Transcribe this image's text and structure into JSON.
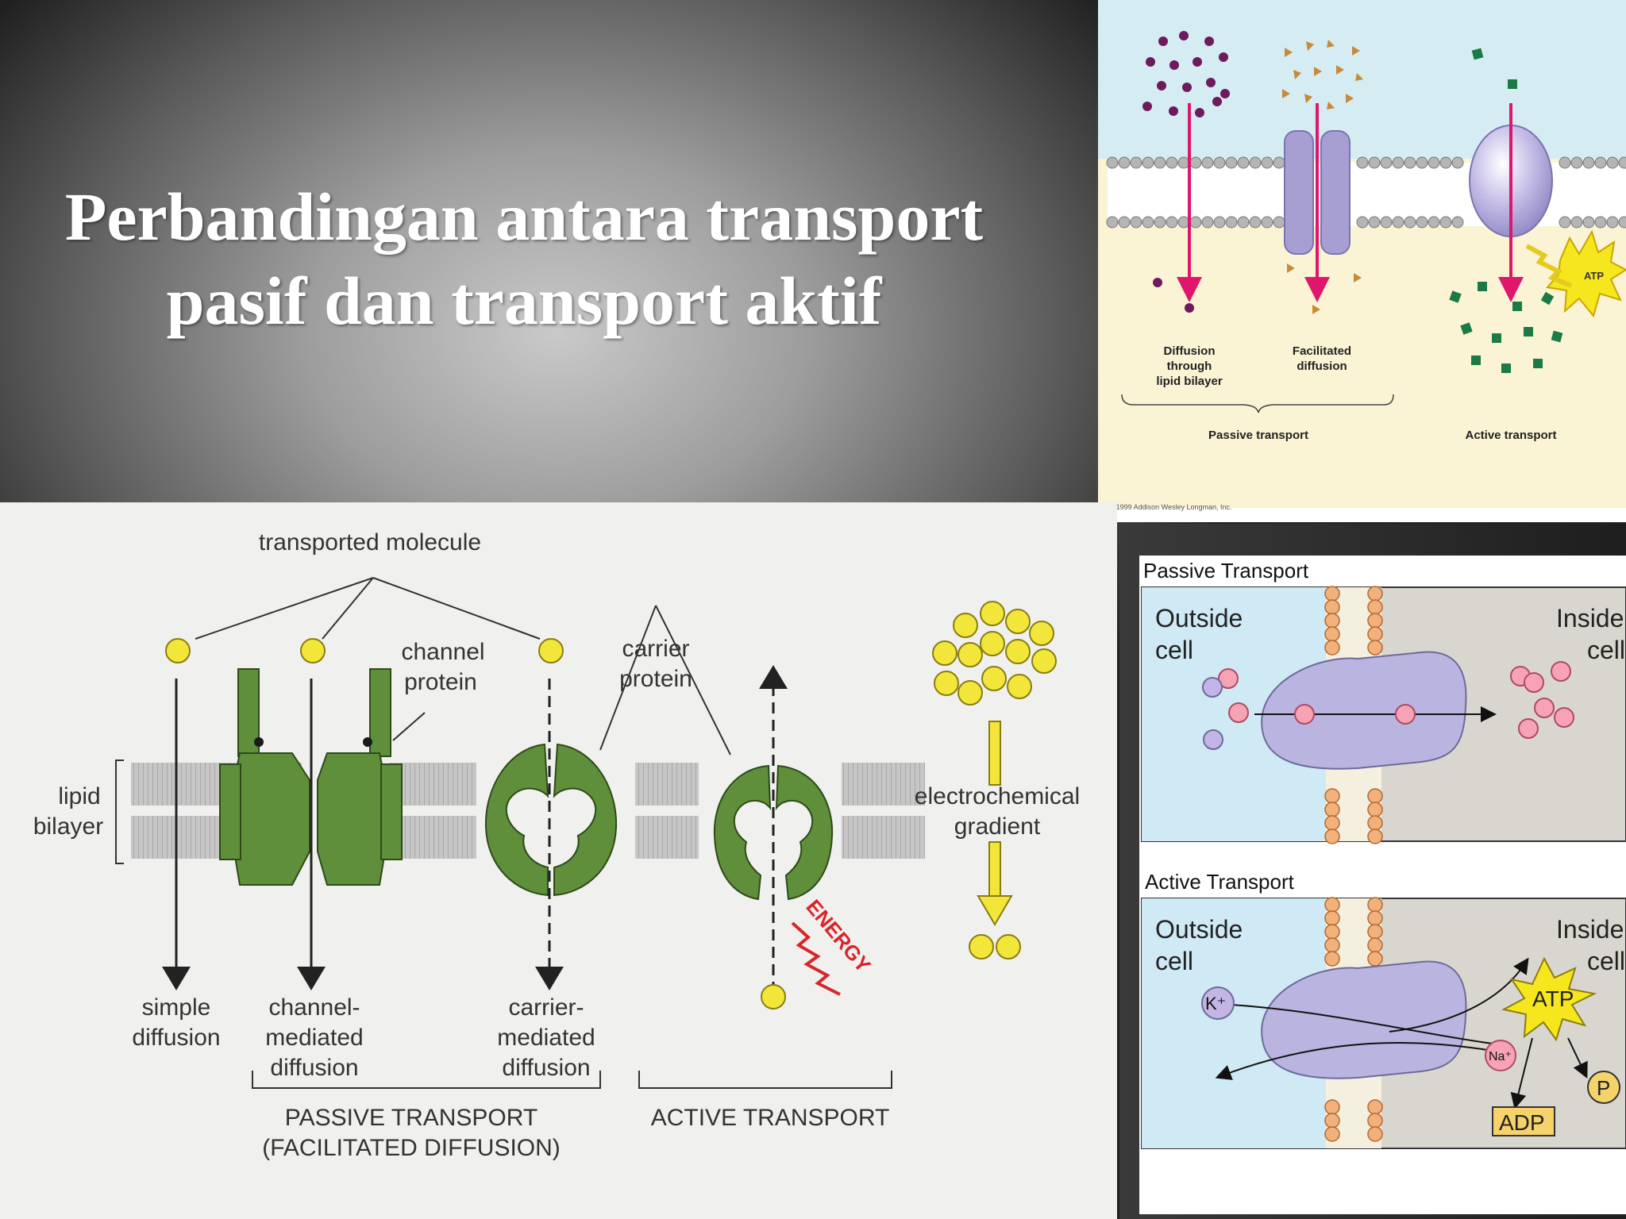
{
  "slide": {
    "title_line1": "Perbandingan antara transport",
    "title_line2": "pasif dan transport aktif"
  },
  "colors": {
    "title": "#ffffff",
    "membrane_green": "#5f8f3a",
    "passive_arrow": "#e0156c",
    "cell_outside": "#cfe9f5",
    "cell_inside": "#d9d6cf",
    "protein_purple": "#b9b4e0",
    "energy_red": "#d9252a",
    "molecule_yellow": "#f2e63a"
  },
  "diagram_top_right": {
    "label_diffusion_1": "Diffusion",
    "label_diffusion_2": "through",
    "label_diffusion_3": "lipid bilayer",
    "label_facilitated_1": "Facilitated",
    "label_facilitated_2": "diffusion",
    "passive": "Passive transport",
    "active": "Active transport",
    "atp": "ATP",
    "copyright": "©1999 Addison Wesley Longman, Inc."
  },
  "diagram_bottom_left": {
    "transported_molecule": "transported molecule",
    "channel_1": "channel",
    "channel_2": "protein",
    "carrier_1": "carrier",
    "carrier_2": "protein",
    "lipid_1": "lipid",
    "lipid_2": "bilayer",
    "electro_1": "electrochemical",
    "electro_2": "gradient",
    "energy": "ENERGY",
    "simple_1": "simple",
    "simple_2": "diffusion",
    "chanmed_1": "channel-",
    "chanmed_2": "mediated",
    "chanmed_3": "diffusion",
    "carmed_1": "carrier-",
    "carmed_2": "mediated",
    "carmed_3": "diffusion",
    "passive_1": "PASSIVE TRANSPORT",
    "passive_2": "(FACILITATED DIFFUSION)",
    "active": "ACTIVE TRANSPORT"
  },
  "diagram_bottom_right": {
    "passive_title": "Passive Transport",
    "active_title": "Active Transport",
    "outside_1": "Outside",
    "outside_2": "cell",
    "inside_1": "Inside",
    "inside_2": "cell",
    "k_ion": "K⁺",
    "na_ion": "Na⁺",
    "atp": "ATP",
    "adp": "ADP",
    "p": "P"
  }
}
